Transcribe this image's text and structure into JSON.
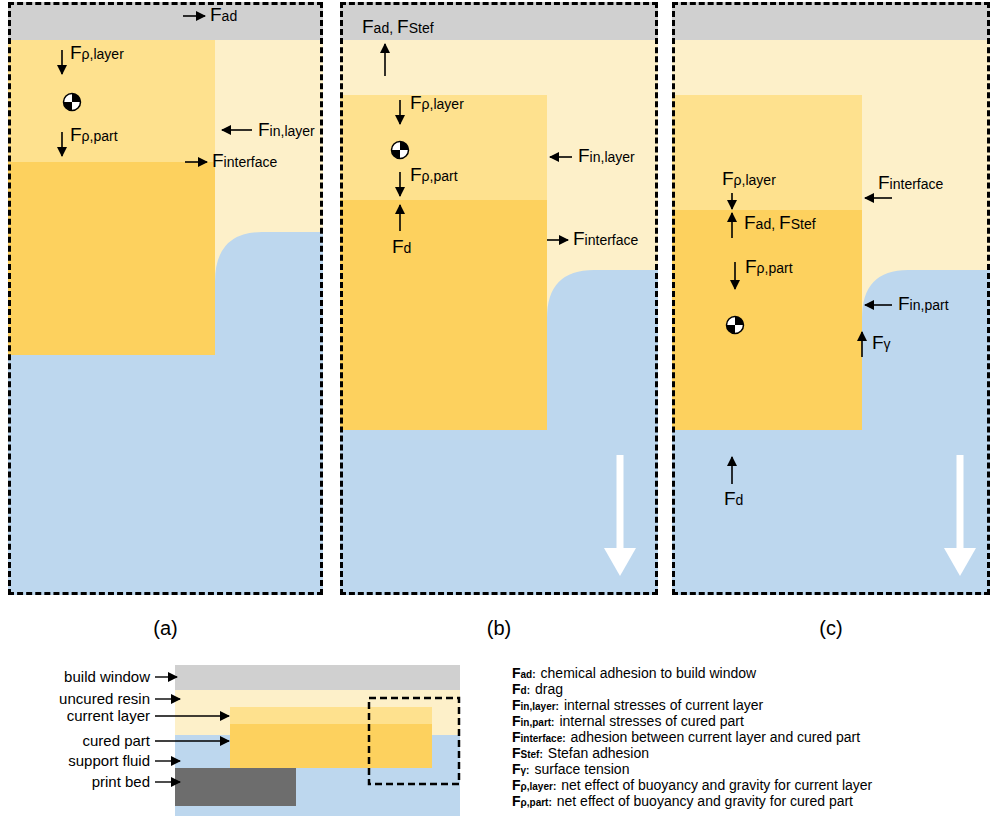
{
  "diagram": {
    "nodes": [
      {
        "text": [
          "(a)"
        ]
      },
      {
        "text": [
          "(b)"
        ]
      },
      {
        "text": [
          "(c)"
        ]
      }
    ],
    "labels": [
      "Fad",
      "Fρ,layer",
      "Fin,layer",
      "Fρ,part",
      "Finterface",
      "Fad,",
      "FStef",
      "Fρ,layer",
      "Fin,layer",
      "Fρ,part",
      "Finterface",
      "Fd",
      "Fρ,layer",
      "Finterface",
      "Fad,",
      "FStef",
      "Fρ,part",
      "Fin,part",
      "Fγ",
      "Fd",
      "build window",
      "uncured resin",
      "current layer",
      "cured part",
      "support fluid",
      "print bed",
      "Fad:",
      "chemical adhesion to build window",
      "Fd:",
      "drag",
      "Fin,layer:",
      "internal stresses of current layer",
      "Fin,part:",
      "internal stresses of cured part",
      "Finterface:",
      "adhesion between current layer and cured part",
      "FStef:",
      "Stefan adhesion",
      "Fγ:",
      "surface tension",
      "Fρ,layer:",
      "net effect of buoyancy and gravity for current layer",
      "Fρ,part:",
      "net effect of buoyancy and gravity for cured part"
    ]
  }
}
